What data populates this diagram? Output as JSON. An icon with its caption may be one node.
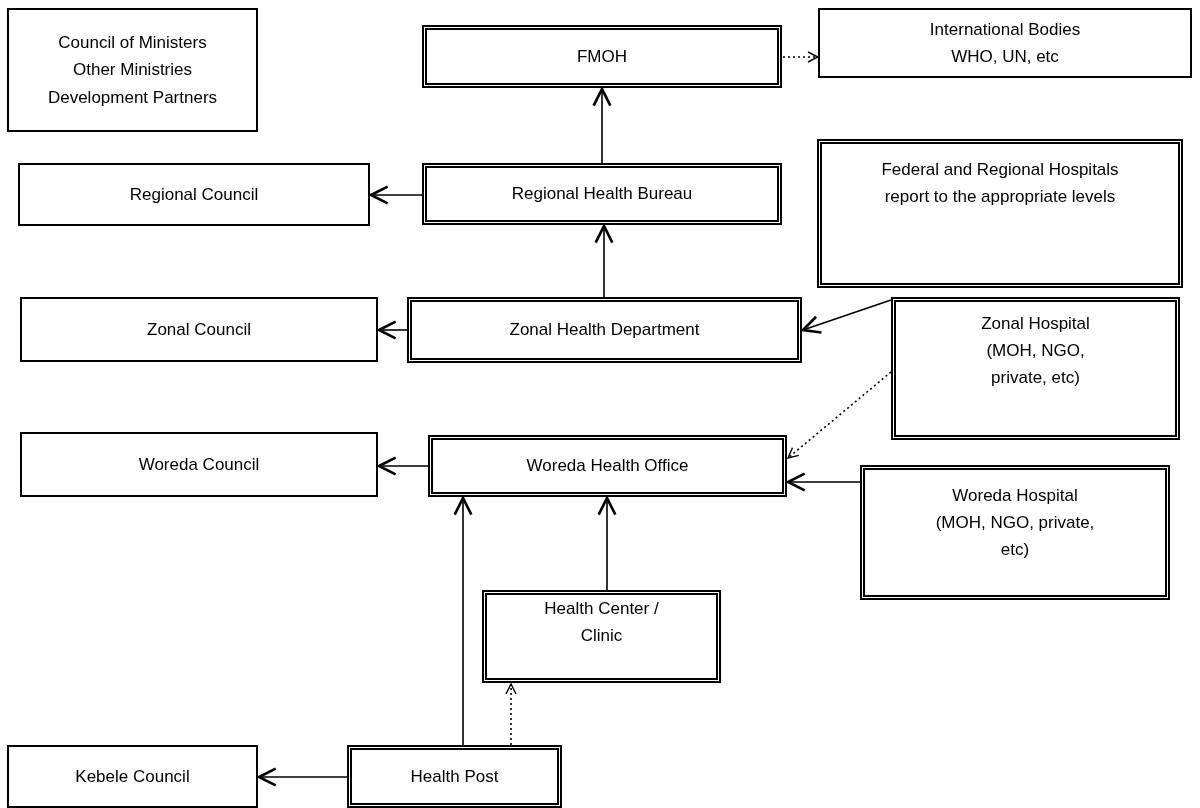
{
  "diagram": {
    "nodes": [
      {
        "text": [
          "Council of Ministers",
          "Other Ministries",
          "Development Partners"
        ]
      },
      {
        "text": [
          "FMOH"
        ]
      },
      {
        "text": [
          "International Bodies",
          "WHO, UN, etc"
        ]
      },
      {
        "text": [
          "Regional Council"
        ]
      },
      {
        "text": [
          "Regional Health Bureau"
        ]
      },
      {
        "text": [
          "Federal and Regional Hospitals report to the appropriate levels"
        ]
      },
      {
        "text": [
          "Zonal Council"
        ]
      },
      {
        "text": [
          "Zonal Health Department"
        ]
      },
      {
        "text": [
          "Zonal Hospital (MOH, NGO, private, etc)"
        ]
      },
      {
        "text": [
          "Woreda Council"
        ]
      },
      {
        "text": [
          "Woreda Health Office"
        ]
      },
      {
        "text": [
          "Woreda Hospital (MOH, NGO, private, etc)"
        ]
      },
      {
        "text": [
          "Health Center / Clinic"
        ]
      },
      {
        "text": [
          "Kebele Council"
        ]
      },
      {
        "text": [
          "Health Post"
        ]
      }
    ],
    "edges": [
      {
        "from": 4,
        "to": 1,
        "arrow": "to"
      },
      {
        "from": 1,
        "to": 2,
        "arrow": "to",
        "style": "dashed"
      },
      {
        "from": 4,
        "to": 3,
        "arrow": "to"
      },
      {
        "from": 7,
        "to": 4,
        "arrow": "to"
      },
      {
        "from": 7,
        "to": 6,
        "arrow": "to"
      },
      {
        "from": 8,
        "to": 7,
        "arrow": "to"
      },
      {
        "from": 8,
        "to": 10,
        "arrow": "to",
        "style": "dashed"
      },
      {
        "from": 10,
        "to": 9,
        "arrow": "to"
      },
      {
        "from": 11,
        "to": 10,
        "arrow": "to"
      },
      {
        "from": 12,
        "to": 10,
        "arrow": "to"
      },
      {
        "from": 14,
        "to": 10,
        "arrow": "to"
      },
      {
        "from": 14,
        "to": 12,
        "arrow": "to",
        "style": "dashed"
      },
      {
        "from": 14,
        "to": 13,
        "arrow": "to"
      }
    ]
  }
}
